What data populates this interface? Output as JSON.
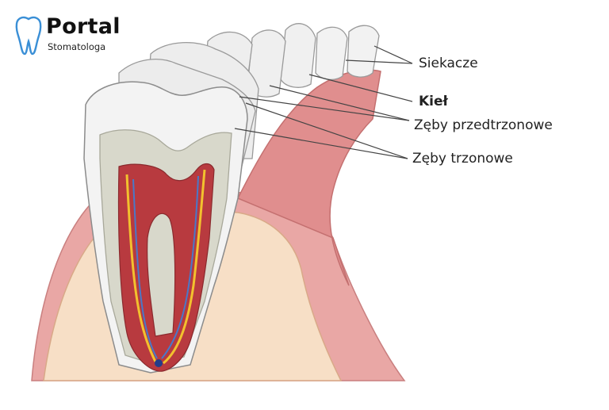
{
  "logo": {
    "title": "Portal",
    "subtitle": "Stomatologa",
    "accent_color": "#3a8fd6"
  },
  "labels": {
    "incisors": "Siekacze",
    "canine": "Kieł",
    "premolars": "Zęby przedtrzonowe",
    "molars": "Zęby trzonowe"
  },
  "colors": {
    "enamel": "#f3f3f3",
    "dentin": "#d9d9cc",
    "pulp": "#b8323a",
    "gum": "#e8a3a3",
    "bone": "#f8e0c4",
    "nerve": "#f2c12e",
    "vein": "#4a78c8"
  }
}
